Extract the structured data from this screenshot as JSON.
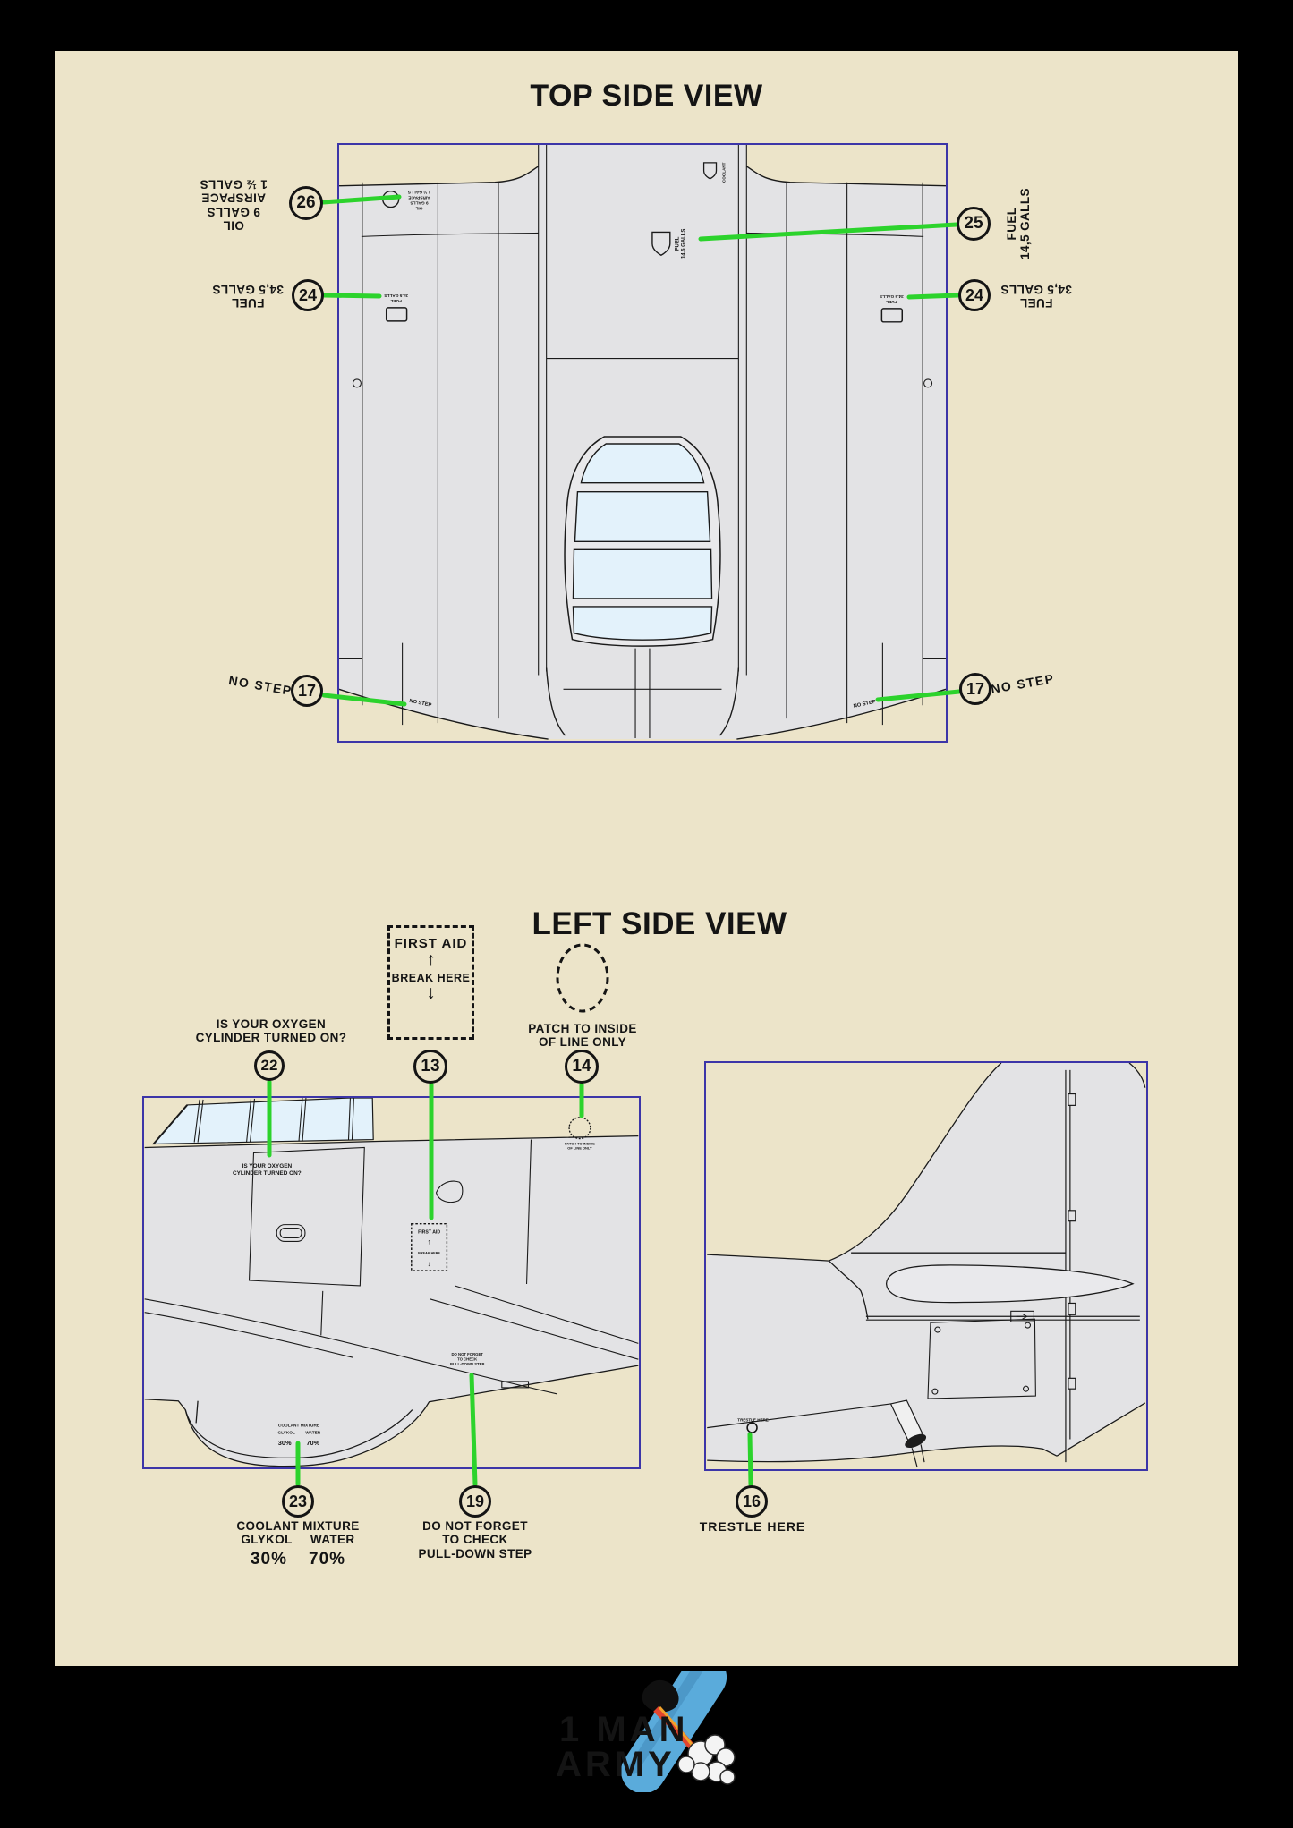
{
  "colors": {
    "background": "#000000",
    "board": "#ece4c9",
    "frame_blue": "#3c35a8",
    "drawing_gray": "#e3e3e5",
    "glass_blue": "#e3f2fb",
    "green_line": "#2cd32c",
    "ink": "#141414",
    "logo_gold": "#d89e29",
    "bomb_blue": "#5aabdb",
    "flame_orange": "#f2a22b",
    "flame_red": "#e2452e"
  },
  "titles": {
    "top": "TOP SIDE VIEW",
    "left": "LEFT SIDE VIEW"
  },
  "top_view": {
    "c26": {
      "num": "26",
      "l1": "OIL",
      "l2": "9 GALLS",
      "l3": "AIRSPACE",
      "l4": "1 ½ GALLS"
    },
    "c25": {
      "num": "25",
      "l1": "FUEL",
      "l2": "14,5 GALLS"
    },
    "c24": {
      "num": "24",
      "l1": "FUEL",
      "l2": "34,5 GALLS"
    },
    "c17": {
      "num": "17",
      "label": "NO STEP"
    },
    "st_oil": {
      "l1": "OIL",
      "l2": "9 GALLS",
      "l3": "AIRSPACE",
      "l4": "1 ½ GALLS"
    },
    "st_fuel_c": {
      "l1": "FUEL",
      "l2": "14.5 GALLS"
    },
    "st_coolant": "COOLANT",
    "st_fuel_w": {
      "l1": "FUEL",
      "l2": "34.5 GALLS"
    },
    "st_nostep": "NO STEP"
  },
  "left_view": {
    "oxygen": {
      "l1": "IS YOUR OXYGEN",
      "l2": "CYLINDER TURNED ON?"
    },
    "firstaid": {
      "l1": "FIRST AID",
      "up": "↑",
      "l2": "BREAK HERE",
      "down": "↓"
    },
    "patch": {
      "l1": "PATCH TO INSIDE",
      "l2": "OF LINE ONLY"
    },
    "c22": "22",
    "c13": "13",
    "c14": "14",
    "c23": {
      "num": "23",
      "l1": "COOLANT MIXTURE",
      "g": "GLYKOL",
      "w": "WATER",
      "p1": "30%",
      "p2": "70%"
    },
    "c19": {
      "num": "19",
      "l1": "DO NOT FORGET",
      "l2": "TO CHECK",
      "l3": "PULL-DOWN STEP"
    },
    "c16": {
      "num": "16",
      "label": "TRESTLE HERE"
    },
    "st_oxygen": {
      "l1": "IS YOUR OXYGEN",
      "l2": "CYLINDER TURNED ON?"
    },
    "st_firstaid": {
      "l1": "FIRST AID",
      "up": "↑",
      "l2": "BREAK HERE",
      "down": "↓"
    },
    "st_patch": {
      "l1": "PATCH TO INSIDE",
      "l2": "OF LINE ONLY"
    },
    "st_coolant": {
      "l1": "COOLANT MIXTURE",
      "g": "GLYKOL",
      "w": "WATER",
      "p1": "30%",
      "p2": "70%"
    },
    "st_pulldown": {
      "l1": "DO NOT FORGET",
      "l2": "TO CHECK",
      "l3": "PULL-DOWN STEP"
    },
    "st_trestle": "TRESTLE HERE"
  },
  "logo": {
    "l1": "1 MAN",
    "l2": "ARMY"
  }
}
